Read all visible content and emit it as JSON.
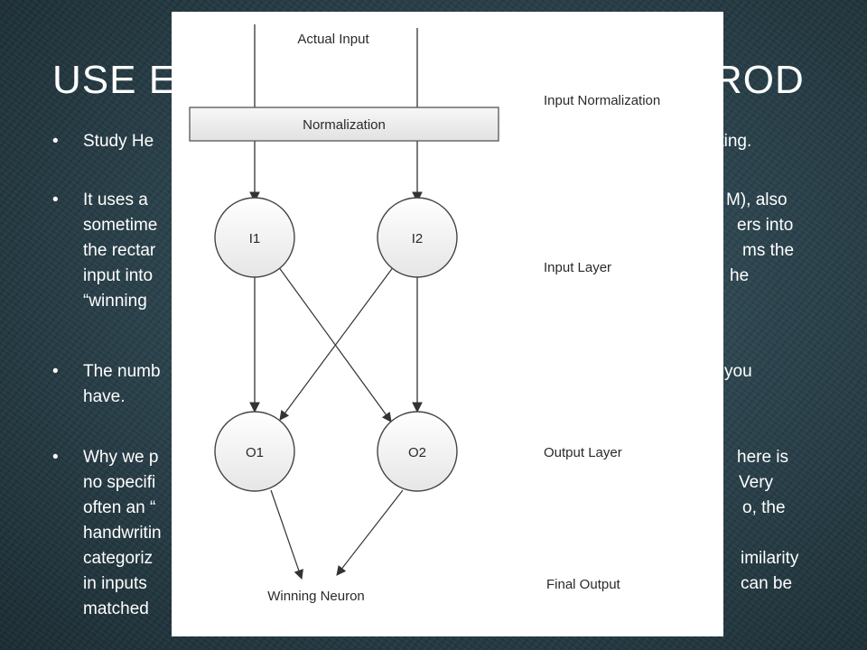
{
  "slide": {
    "title_left": "USE E",
    "title_right": "ROD",
    "colors": {
      "background": "#2b434d",
      "text": "#ffffff",
      "figure_bg": "#ffffff"
    },
    "bullets": [
      {
        "left_lines": [
          "Study He"
        ],
        "right_lines": [
          "rting."
        ]
      },
      {
        "left_lines": [
          "It uses a",
          "sometime",
          "the rectar",
          "input into",
          "“winning"
        ],
        "right_lines": [
          "M), also",
          "ers into",
          "ms the",
          "he"
        ]
      },
      {
        "left_lines": [
          "The numb",
          "have."
        ],
        "right_lines": [
          "you"
        ]
      },
      {
        "left_lines": [
          "Why we p",
          "no specifi",
          "often an “",
          "handwritin",
          "categoriz",
          "in inputs",
          "matched"
        ],
        "right_lines": [
          "here is",
          "Very",
          "o, the",
          "",
          "imilarity",
          "can be"
        ]
      }
    ]
  },
  "figure": {
    "actual_input": "Actual Input",
    "normalization": "Normalization",
    "winning_neuron": "Winning Neuron",
    "neurons": {
      "i1": "I1",
      "i2": "I2",
      "o1": "O1",
      "o2": "O2"
    },
    "layers": {
      "input_normalization": "Input Normalization",
      "input_layer": "Input Layer",
      "output_layer": "Output Layer",
      "final_output": "Final Output"
    }
  }
}
